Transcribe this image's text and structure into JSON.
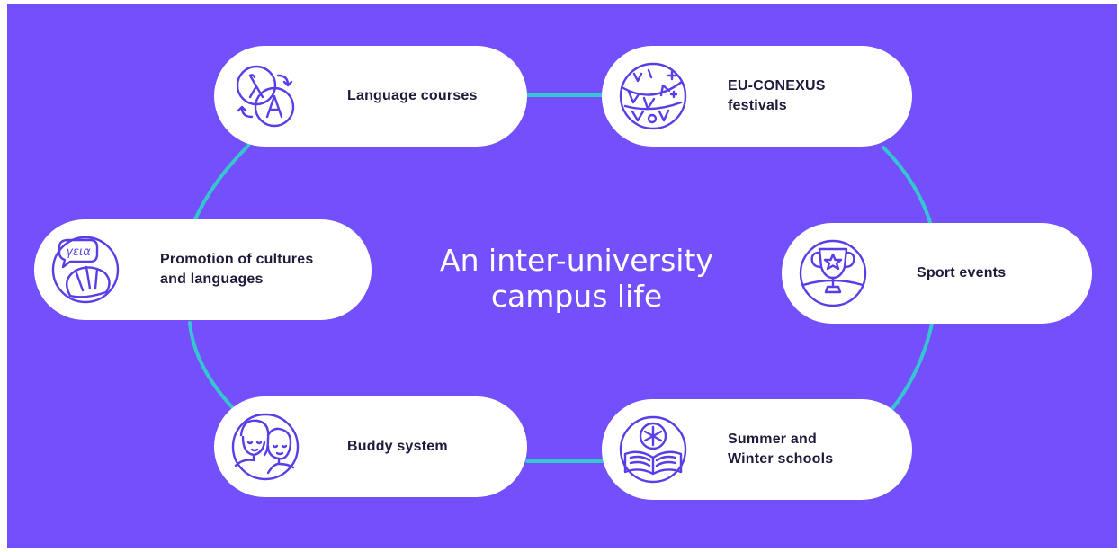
{
  "diagram": {
    "center_title": {
      "line1": "An inter-university",
      "line2": "campus life"
    },
    "nodes": [
      {
        "id": "language-courses",
        "lines": [
          "Language courses"
        ],
        "icon": "language-translation-icon"
      },
      {
        "id": "festivals",
        "lines": [
          "EU-CONEXUS",
          "festivals"
        ],
        "icon": "festival-bunting-icon"
      },
      {
        "id": "sport-events",
        "lines": [
          "Sport events"
        ],
        "icon": "trophy-icon"
      },
      {
        "id": "summer-winter-schools",
        "lines": [
          "Summer and",
          "Winter schools"
        ],
        "icon": "book-snowflake-icon"
      },
      {
        "id": "buddy-system",
        "lines": [
          "Buddy system"
        ],
        "icon": "two-people-icon"
      },
      {
        "id": "cultures-languages",
        "lines": [
          "Promotion of cultures",
          "and languages"
        ],
        "icon": "greeting-croissant-icon"
      }
    ],
    "icon_greeting_text": "γεια"
  },
  "colors": {
    "background": "#744ffc",
    "connector": "#35c7d0",
    "pill": "#ffffff",
    "icon_stroke": "#5a3de6",
    "text": "#1e1b3a"
  }
}
